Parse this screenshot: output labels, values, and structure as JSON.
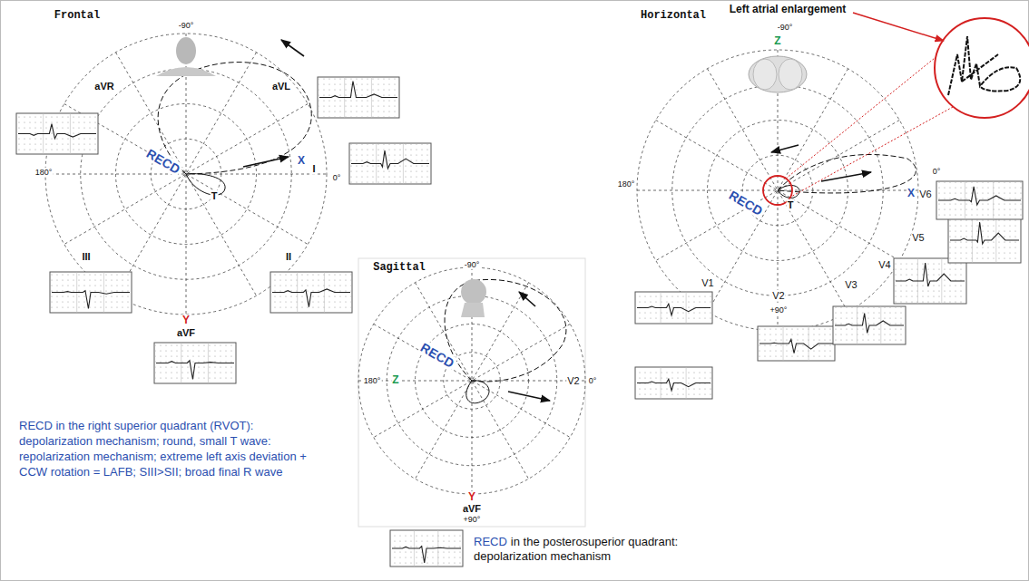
{
  "diagram": {
    "labels": [
      "Frontal",
      "-90°",
      "aVR",
      "aVL",
      "180°",
      "RECD",
      "X",
      "I",
      "0°",
      "T",
      "III",
      "Y",
      "aVF",
      "II",
      "Horizontal",
      "-90°",
      "Z",
      "180°",
      "RECD",
      "T",
      "X",
      "V6",
      "0°",
      "V5",
      "V4",
      "V3",
      "V2",
      "+90°",
      "V1",
      "Left atrial enlargement",
      "Sagittal",
      "-90°",
      "180°",
      "Z",
      "RECD",
      "V2",
      "0°",
      "Y",
      "aVF",
      "+90°",
      "RECD in the right superior quadrant (RVOT): depolarization mechanism; round, small T wave: repolarization mechanism; extreme left axis deviation + CCW rotation = LAFB; SIII>SII; broad final R wave",
      "RECD",
      "in the posterosuperior quadrant: depolarization mechanism"
    ]
  }
}
